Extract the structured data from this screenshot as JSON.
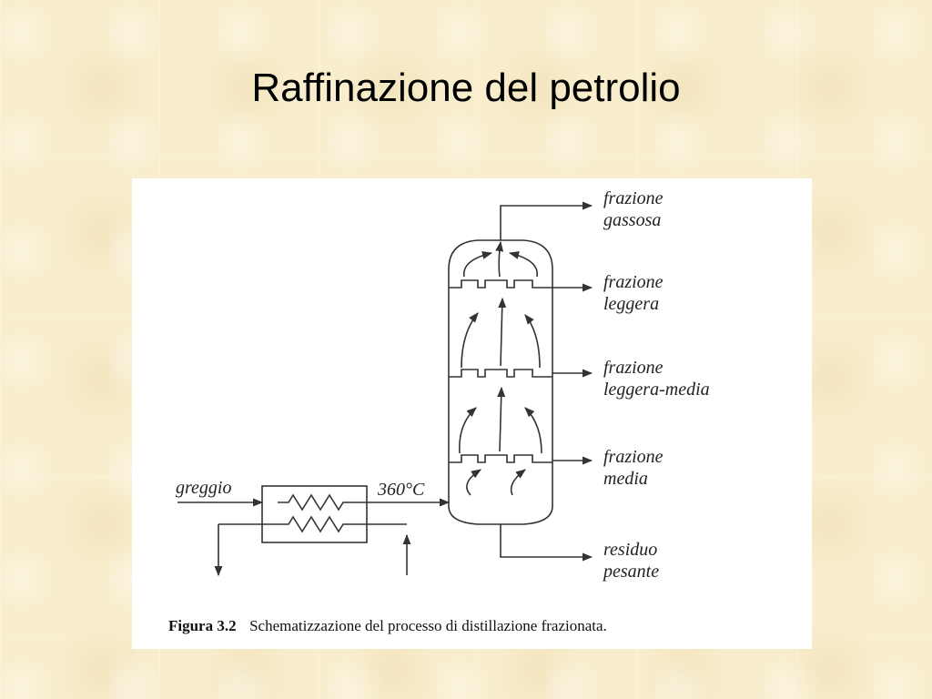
{
  "slide": {
    "title": "Raffinazione del petrolio"
  },
  "diagram": {
    "outputs": [
      {
        "line1": "frazione",
        "line2": "gassosa"
      },
      {
        "line1": "frazione",
        "line2": "leggera"
      },
      {
        "line1": "frazione",
        "line2": "leggera-media"
      },
      {
        "line1": "frazione",
        "line2": "media"
      },
      {
        "line1": "residuo",
        "line2": "pesante"
      }
    ],
    "feed_label": "greggio",
    "temperature_label": "360°C",
    "caption_number": "Figura 3.2",
    "caption_text": "Schematizzazione del processo di distillazione frazionata."
  }
}
